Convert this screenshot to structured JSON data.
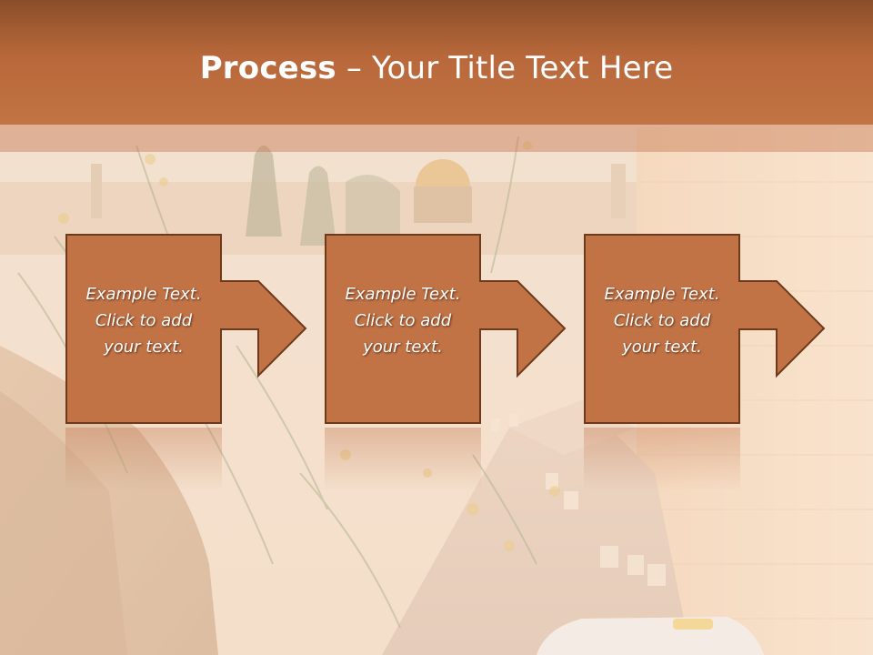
{
  "slide": {
    "title_bold": "Process",
    "title_rest": " – Your Title Text Here"
  },
  "steps": [
    {
      "line1": "Example Text.",
      "line2": "Click  to add",
      "line3": "your text."
    },
    {
      "line1": "Example Text.",
      "line2": "Click  to add",
      "line3": "your text."
    },
    {
      "line1": "Example Text.",
      "line2": "Click  to add",
      "line3": "your text."
    }
  ],
  "colors": {
    "header": "#b8683a",
    "box_fill": "#c27346",
    "box_border": "#6e3a1c",
    "text": "#ffffff"
  }
}
